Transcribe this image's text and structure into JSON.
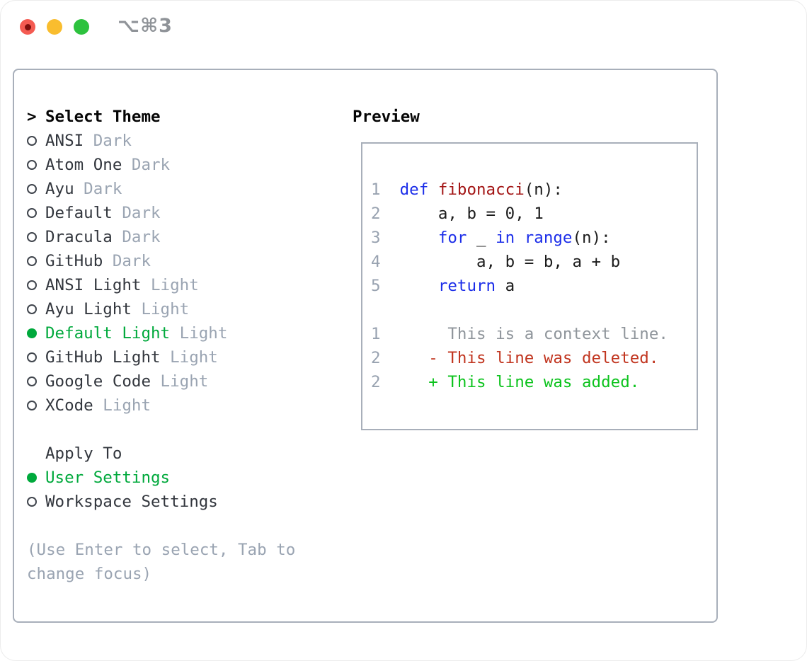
{
  "window": {
    "title": "⌥⌘3"
  },
  "colors": {
    "accent_green": "#00a93c",
    "added_green": "#0cc31d",
    "deleted_red": "#c1351f",
    "keyword_blue": "#1c2ee9",
    "function_red": "#a31515",
    "muted_gray": "#9aa4b2",
    "line_number_gray": "#98a2b0",
    "context_gray": "#8f959b",
    "border_gray": "#a8afba",
    "text_dark": "#32363d",
    "traffic_red": "#f45b52",
    "traffic_yellow": "#f9bd2e",
    "traffic_green": "#2dc23e"
  },
  "theme_selector": {
    "prompt": ">",
    "title": "Select Theme",
    "options": [
      {
        "name": "ANSI",
        "variant": "Dark",
        "selected": false
      },
      {
        "name": "Atom One",
        "variant": "Dark",
        "selected": false
      },
      {
        "name": "Ayu",
        "variant": "Dark",
        "selected": false
      },
      {
        "name": "Default",
        "variant": "Dark",
        "selected": false
      },
      {
        "name": "Dracula",
        "variant": "Dark",
        "selected": false
      },
      {
        "name": "GitHub",
        "variant": "Dark",
        "selected": false
      },
      {
        "name": "ANSI Light",
        "variant": "Light",
        "selected": false
      },
      {
        "name": "Ayu Light",
        "variant": "Light",
        "selected": false
      },
      {
        "name": "Default Light",
        "variant": "Light",
        "selected": true
      },
      {
        "name": "GitHub Light",
        "variant": "Light",
        "selected": false
      },
      {
        "name": "Google Code",
        "variant": "Light",
        "selected": false
      },
      {
        "name": "XCode",
        "variant": "Light",
        "selected": false
      }
    ],
    "apply_to": {
      "title": "Apply To",
      "options": [
        {
          "name": "User Settings",
          "selected": true
        },
        {
          "name": "Workspace Settings",
          "selected": false
        }
      ]
    },
    "hint_lines": [
      "(Use Enter to select, Tab to",
      "change focus)"
    ]
  },
  "preview": {
    "title": "Preview",
    "code_lines": [
      {
        "segments": [
          {
            "text": "1",
            "style": "ln"
          },
          {
            "text": "  ",
            "style": "pl"
          },
          {
            "text": "def",
            "style": "kw"
          },
          {
            "text": " ",
            "style": "pl"
          },
          {
            "text": "fibonacci",
            "style": "fn"
          },
          {
            "text": "(n):",
            "style": "pl"
          }
        ]
      },
      {
        "segments": [
          {
            "text": "2",
            "style": "ln"
          },
          {
            "text": "      a, b = 0, 1",
            "style": "pl"
          }
        ]
      },
      {
        "segments": [
          {
            "text": "3",
            "style": "ln"
          },
          {
            "text": "      ",
            "style": "pl"
          },
          {
            "text": "for",
            "style": "kw"
          },
          {
            "text": " _ ",
            "style": "pl"
          },
          {
            "text": "in",
            "style": "kw"
          },
          {
            "text": " ",
            "style": "pl"
          },
          {
            "text": "range",
            "style": "kw"
          },
          {
            "text": "(n):",
            "style": "pl"
          }
        ]
      },
      {
        "segments": [
          {
            "text": "4",
            "style": "ln"
          },
          {
            "text": "          a, b = b, a + b",
            "style": "pl"
          }
        ]
      },
      {
        "segments": [
          {
            "text": "5",
            "style": "ln"
          },
          {
            "text": "      ",
            "style": "pl"
          },
          {
            "text": "return",
            "style": "kw"
          },
          {
            "text": " a",
            "style": "pl"
          }
        ]
      },
      {
        "segments": []
      },
      {
        "segments": [
          {
            "text": "1",
            "style": "ln"
          },
          {
            "text": "       This is a context line.",
            "style": "ctx"
          }
        ]
      },
      {
        "segments": [
          {
            "text": "2",
            "style": "ln"
          },
          {
            "text": "     - This line was deleted.",
            "style": "del"
          }
        ]
      },
      {
        "segments": [
          {
            "text": "2",
            "style": "ln"
          },
          {
            "text": "     + This line was added.",
            "style": "add"
          }
        ]
      }
    ]
  }
}
